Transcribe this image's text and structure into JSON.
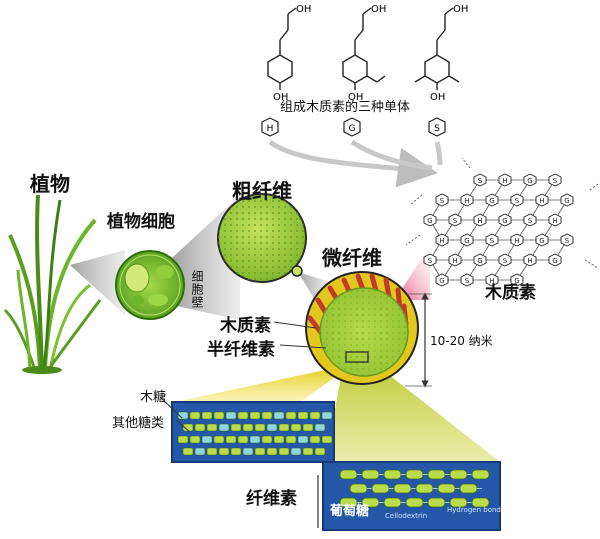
{
  "labels": {
    "plant": "植物",
    "plant_cell": "植物细胞",
    "cell_wall": "细胞壁",
    "macrofibril": "粗纤维",
    "microfibril": "微纤维",
    "lignin_in_fibril": "木质素",
    "hemicellulose": "半纤维素",
    "xylose": "木糖",
    "other_sugars": "其他糖类",
    "cellulose": "纤维素",
    "glucose": "葡萄糖",
    "cellodextrin": "Cellodextrin",
    "hydrogen_bond": "Hydrogen bond",
    "dimension": "10-20 纳米",
    "monomers_caption": "组成木质素的三种单体",
    "lignin_network": "木质素"
  },
  "monomer_units": [
    "H",
    "G",
    "S"
  ],
  "chem": {
    "oh": "OH"
  },
  "colors": {
    "cell_green": "#7cbf2c",
    "fibril_green": "#9ccc3a",
    "lignin_red": "#c0392b",
    "box_blue": "#2457a8",
    "beam_yellow": "#f2e24a",
    "network_pink": "#e8557a"
  }
}
